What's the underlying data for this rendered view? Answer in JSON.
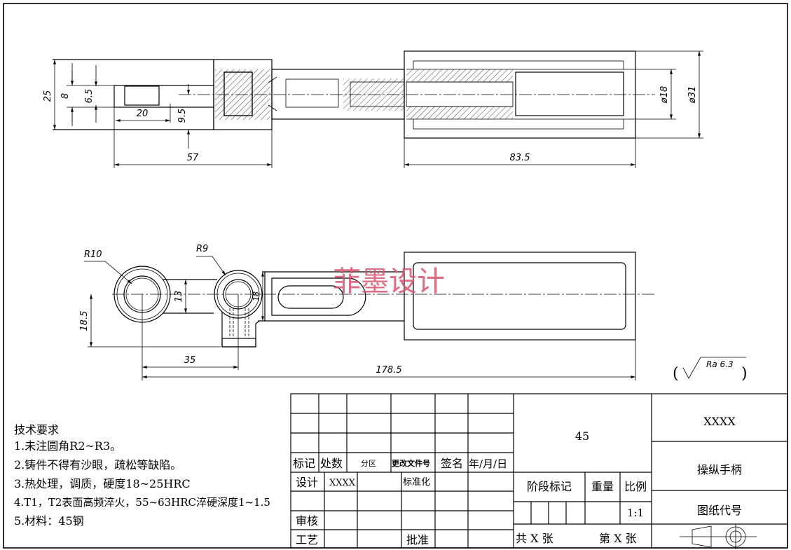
{
  "drawing": {
    "front_view_dims": {
      "d25": "25",
      "d8": "8",
      "d6_5": "6.5",
      "d20": "20",
      "d9_5": "9.5",
      "d57": "57",
      "d83_5": "83.5",
      "dia18": "ø18",
      "dia31": "ø31"
    },
    "top_view_dims": {
      "r10": "R10",
      "r9": "R9",
      "d13": "13",
      "d18": "18",
      "d18_5": "18.5",
      "d35": "35",
      "d178_5": "178.5"
    },
    "roughness": {
      "open": "(",
      "label": "Ra 6.3",
      "close": ")"
    },
    "watermark": "菲墨设计"
  },
  "tech_requirements": {
    "title": "技术要求",
    "items": [
      "1.未注圆角R2~R3。",
      "2.铸件不得有沙眼，疏松等缺陷。",
      "3.热处理，调质，硬度18~25HRC",
      "4.T1，T2表面高频淬火，55~63HRC淬硬深度1~1.5",
      "5.材料：45钢"
    ]
  },
  "title_block": {
    "material": "45",
    "company": "XXXX",
    "part_name": "操纵手柄",
    "drawing_no_label": "图纸代号",
    "rev_headers": [
      "标记",
      "处数",
      "分区",
      "更改文件号",
      "签名",
      "年/月/日"
    ],
    "design_label": "设计",
    "designer": "XXXX",
    "standardize_label": "标准化",
    "review_label": "审核",
    "process_label": "工艺",
    "approve_label": "批准",
    "stage_label": "阶段标记",
    "weight_label": "重量",
    "scale_label": "比例",
    "scale": "1:1",
    "sheets_total": "共 X 张",
    "sheet_no": "第 X 张"
  }
}
